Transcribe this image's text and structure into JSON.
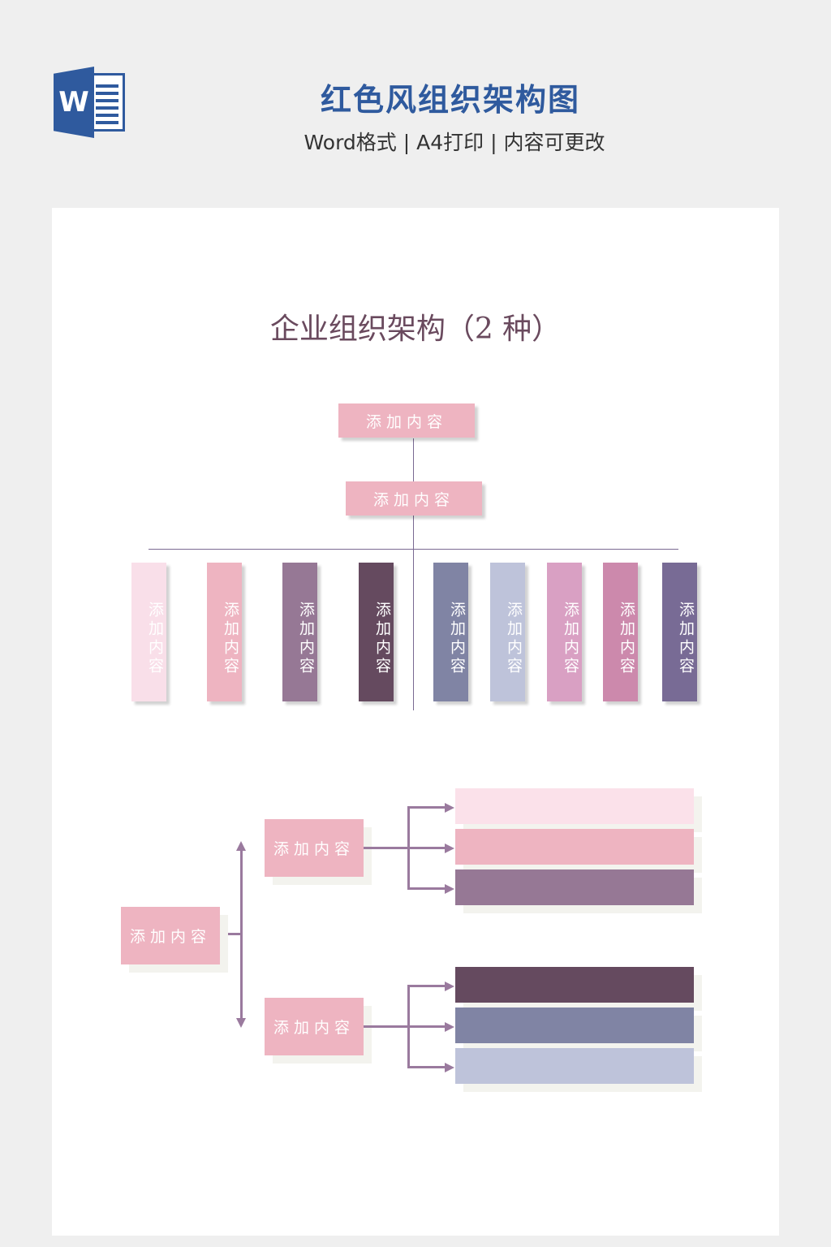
{
  "header": {
    "title": "红色风组织架构图",
    "subtitle": "Word格式 | A4打印 | 内容可更改",
    "icon": "word-icon",
    "icon_letter": "W"
  },
  "doc": {
    "title": "企业组织架构（2 种）",
    "chart1": {
      "top": "添加内容",
      "second": "添加内容",
      "columns": [
        {
          "label": "添加内容",
          "color": "#f9dfe9"
        },
        {
          "label": "添加内容",
          "color": "#eeb4c1"
        },
        {
          "label": "添加内容",
          "color": "#967895"
        },
        {
          "label": "添加内容",
          "color": "#654a5f"
        },
        {
          "label": "添加内容",
          "color": "#8084a4"
        },
        {
          "label": "添加内容",
          "color": "#bec3da"
        },
        {
          "label": "添加内容",
          "color": "#d9a0c3"
        },
        {
          "label": "添加内容",
          "color": "#cc89ac"
        },
        {
          "label": "添加内容",
          "color": "#786b95"
        }
      ]
    },
    "chart2": {
      "root": "添加内容",
      "branches": [
        {
          "label": "添加内容",
          "bars": [
            "#fbe1ea",
            "#eeb4c1",
            "#967895"
          ]
        },
        {
          "label": "添加内容",
          "bars": [
            "#654a5f",
            "#8084a4",
            "#bec3da"
          ]
        }
      ]
    }
  }
}
